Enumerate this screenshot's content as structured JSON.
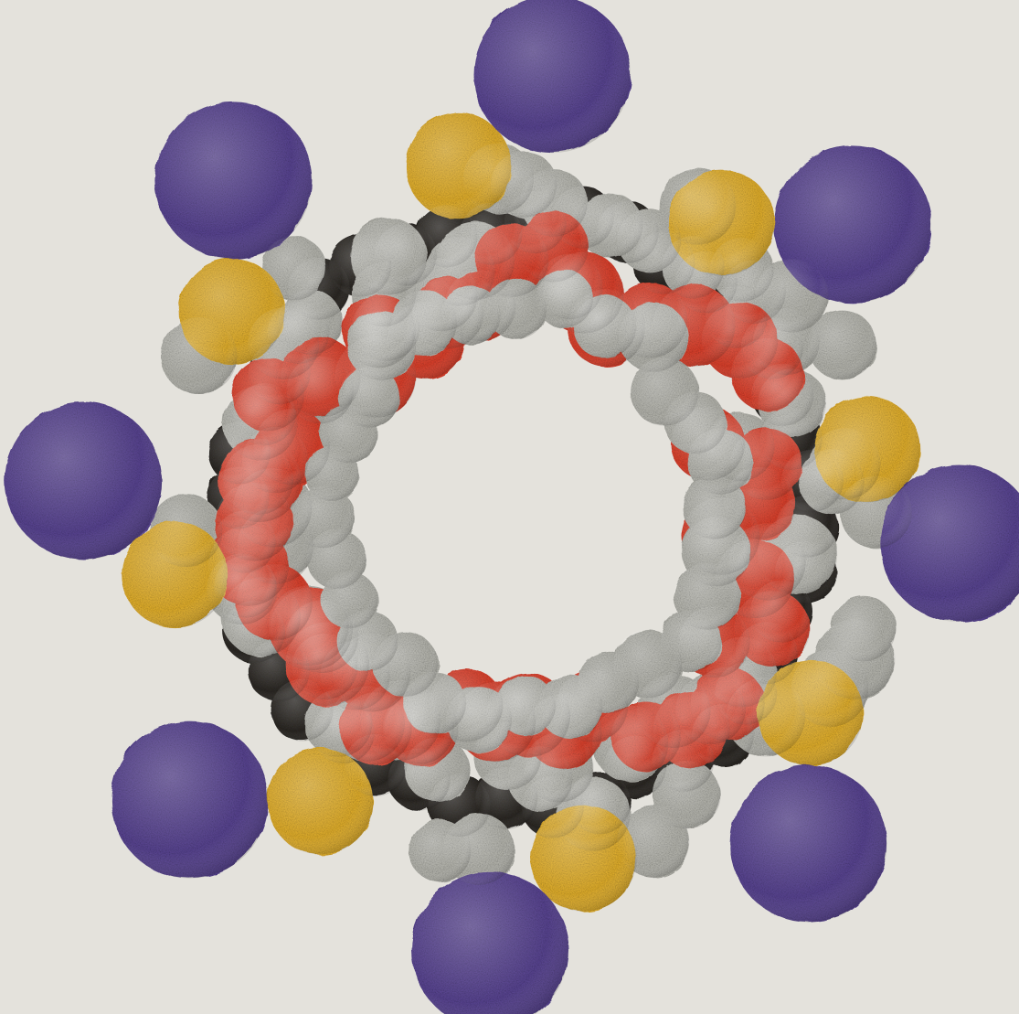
{
  "image": {
    "subject": "watercolor-molecule",
    "colors": {
      "background": "#e4e2dc",
      "sodium": "#5a4494",
      "sulfur": "#e6b22c",
      "oxygen": "#e0412c",
      "hydrogen": "#b8b8b0",
      "carbon": "#2a2622"
    },
    "atom_counts": {
      "sodium": 8,
      "sulfur": 8,
      "oxygen_ring": 40,
      "hydrogen_ring": 64
    }
  }
}
